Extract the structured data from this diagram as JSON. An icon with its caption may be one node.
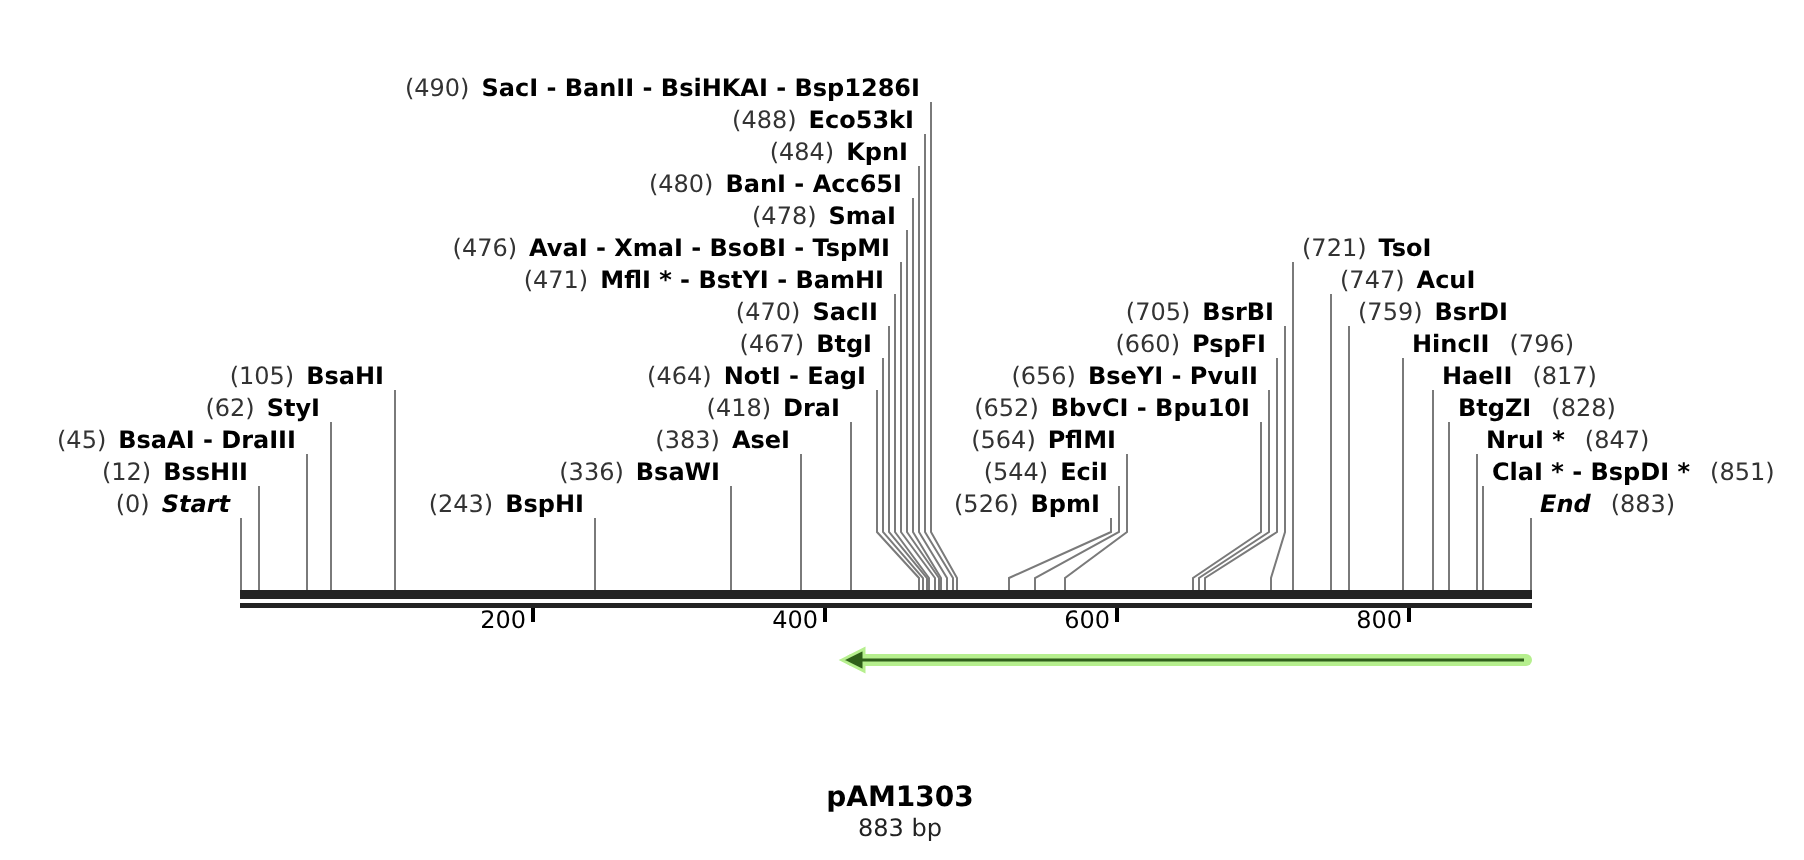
{
  "diagram": {
    "title": "pAM1303",
    "caption": "883 bp",
    "nodes": [
      {
        "text": [
          "(490)",
          "SacI - BanII - BsiHKAI - Bsp1286I"
        ]
      },
      {
        "text": [
          "(488)",
          "Eco53kI"
        ]
      },
      {
        "text": [
          "(484)",
          "KpnI"
        ]
      },
      {
        "text": [
          "(480)",
          "BanI - Acc65I"
        ]
      },
      {
        "text": [
          "(478)",
          "SmaI"
        ]
      },
      {
        "text": [
          "(476)",
          "AvaI - XmaI - BsoBI - TspMI"
        ]
      },
      {
        "text": [
          "(471)",
          "MflI * - BstYI - BamHI"
        ]
      },
      {
        "text": [
          "(470)",
          "SacII"
        ]
      },
      {
        "text": [
          "(467)",
          "BtgI"
        ]
      },
      {
        "text": [
          "(705)",
          "BsrBI"
        ]
      },
      {
        "text": [
          "(464)",
          "NotI - EagI"
        ]
      },
      {
        "text": [
          "HincII",
          "(796)"
        ]
      },
      {
        "text": [
          "(660)",
          "PspFI"
        ]
      },
      {
        "text": [
          "(105)",
          "BsaHI"
        ]
      },
      {
        "text": [
          "(418)",
          "DraI"
        ]
      },
      {
        "text": [
          "(656)",
          "BseYI - PvuII"
        ]
      },
      {
        "text": [
          "HaeII",
          "(817)"
        ]
      },
      {
        "text": [
          "(62)",
          "StyI"
        ]
      },
      {
        "text": [
          "(652)",
          "BbvCI - Bpu10I"
        ]
      },
      {
        "text": [
          "BtgZI",
          "(828)"
        ]
      },
      {
        "text": [
          "(383)",
          "AseI"
        ]
      },
      {
        "text": [
          "(45)",
          "BsaAI - DraIII"
        ]
      },
      {
        "text": [
          "(759)",
          "BsrDI"
        ]
      },
      {
        "text": [
          "NruI *",
          "(847)"
        ]
      },
      {
        "text": [
          "(564)",
          "PflMI"
        ]
      },
      {
        "text": [
          "(336)",
          "BsaWI"
        ]
      },
      {
        "text": [
          "(747)",
          "AcuI"
        ]
      },
      {
        "text": [
          "ClaI * - BspDI *",
          "(851)"
        ]
      },
      {
        "text": [
          "(12)",
          "BssHII"
        ]
      },
      {
        "text": [
          "(544)",
          "EciI"
        ]
      },
      {
        "text": [
          "(0)",
          "Start"
        ]
      },
      {
        "text": [
          "(243)",
          "BspHI"
        ]
      },
      {
        "text": [
          "(526)",
          "BpmI"
        ]
      },
      {
        "text": [
          "(721)",
          "TsoI"
        ]
      },
      {
        "text": [
          "End",
          "(883)"
        ]
      },
      {
        "text": [],
        "shape": "bar"
      }
    ],
    "edges": [
      {
        "from": 0,
        "to": 35,
        "arrow": "none"
      },
      {
        "from": 1,
        "to": 35,
        "arrow": "none"
      },
      {
        "from": 2,
        "to": 35,
        "arrow": "none"
      },
      {
        "from": 3,
        "to": 35,
        "arrow": "none"
      },
      {
        "from": 4,
        "to": 35,
        "arrow": "none"
      },
      {
        "from": 5,
        "to": 35,
        "arrow": "none"
      },
      {
        "from": 6,
        "to": 35,
        "arrow": "none"
      },
      {
        "from": 7,
        "to": 35,
        "arrow": "none"
      },
      {
        "from": 8,
        "to": 35,
        "arrow": "none"
      },
      {
        "from": 9,
        "to": 35,
        "arrow": "none"
      },
      {
        "from": 10,
        "to": 35,
        "arrow": "none"
      },
      {
        "from": 11,
        "to": 35,
        "arrow": "none"
      },
      {
        "from": 12,
        "to": 35,
        "arrow": "none"
      },
      {
        "from": 13,
        "to": 35,
        "arrow": "none"
      },
      {
        "from": 14,
        "to": 35,
        "arrow": "none"
      },
      {
        "from": 15,
        "to": 35,
        "arrow": "none"
      },
      {
        "from": 16,
        "to": 35,
        "arrow": "none"
      },
      {
        "from": 17,
        "to": 35,
        "arrow": "none"
      },
      {
        "from": 18,
        "to": 35,
        "arrow": "none"
      },
      {
        "from": 19,
        "to": 35,
        "arrow": "none"
      },
      {
        "from": 20,
        "to": 35,
        "arrow": "none"
      },
      {
        "from": 21,
        "to": 35,
        "arrow": "none"
      },
      {
        "from": 22,
        "to": 35,
        "arrow": "none"
      },
      {
        "from": 23,
        "to": 35,
        "arrow": "none"
      },
      {
        "from": 24,
        "to": 35,
        "arrow": "none"
      },
      {
        "from": 25,
        "to": 35,
        "arrow": "none"
      },
      {
        "from": 26,
        "to": 35,
        "arrow": "none"
      },
      {
        "from": 27,
        "to": 35,
        "arrow": "none"
      },
      {
        "from": 28,
        "to": 35,
        "arrow": "none"
      },
      {
        "from": 29,
        "to": 35,
        "arrow": "none"
      },
      {
        "from": 30,
        "to": 35,
        "arrow": "none"
      },
      {
        "from": 31,
        "to": 35,
        "arrow": "none"
      },
      {
        "from": 32,
        "to": 35,
        "arrow": "none"
      },
      {
        "from": 33,
        "to": 35,
        "arrow": "none"
      },
      {
        "from": 34,
        "to": 35,
        "arrow": "none"
      }
    ],
    "labels": [
      "200",
      "400",
      "600",
      "800"
    ]
  }
}
